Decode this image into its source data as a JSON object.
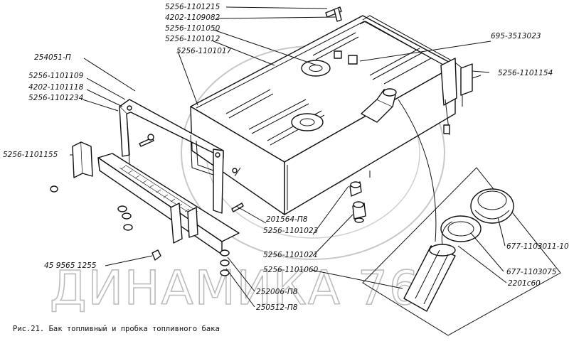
{
  "caption": "Рис.21. Бак топливный и пробка топливного бака",
  "watermark": "ДИНАМИКА 76",
  "labels": {
    "l01": "5256-1101215",
    "l02": "4202-1109082",
    "l03": "5256-1101050",
    "l04": "5256-1101012",
    "l05": "5256-1101017",
    "l06": "695-3513023",
    "l07": "5256-1101154",
    "l08": "254051-П",
    "l09": "5256-1101109",
    "l10": "4202-1101118",
    "l11": "5256-1101234",
    "l12": "5256-1101155",
    "l13": "201564-П8",
    "l14": "5256-1101023",
    "l15": "5256-1101021",
    "l16": "5256-1101060",
    "l17": "677-1103011-10",
    "l18": "677-1103075",
    "l19": "2201с60",
    "l20": "45 9565 1255",
    "l21": "252006-П8",
    "l22": "250512-П8"
  }
}
